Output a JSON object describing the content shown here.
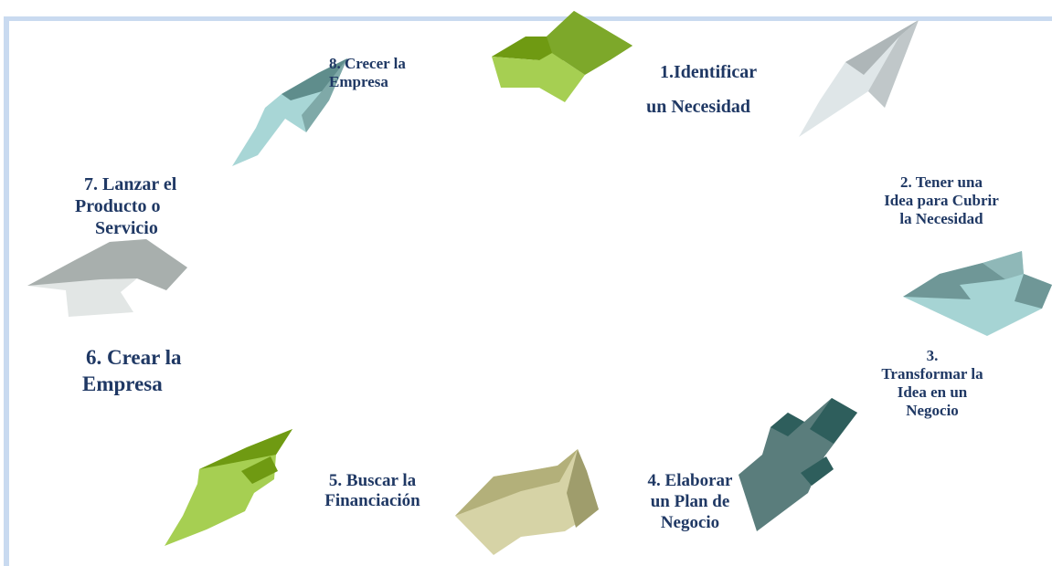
{
  "steps": {
    "s1": {
      "line1": "1.Identificar",
      "line2": "un Necesidad"
    },
    "s2": {
      "line1": "2. Tener una",
      "line2": "Idea para Cubrir",
      "line3": "la Necesidad"
    },
    "s3": {
      "line1": "3.",
      "line2": "Transformar la",
      "line3": "Idea en un",
      "line4": "Negocio"
    },
    "s4": {
      "line1": "4. Elaborar",
      "line2": "un Plan de",
      "line3": "Negocio"
    },
    "s5": {
      "line1": "5. Buscar la",
      "line2": "Financiación"
    },
    "s6": {
      "line1": "6. Crear la",
      "line2": "Empresa"
    },
    "s7": {
      "line1": "7. Lanzar el",
      "line2": "Producto o",
      "line3": "Servicio"
    },
    "s8": {
      "line1": "8. Crecer la",
      "line2": "Empresa"
    }
  },
  "colors": {
    "text": "#1f3864",
    "frame": "#c9daf0",
    "green": "#6f9a12",
    "light_green": "#a6cf52",
    "silver": "#c5ced2",
    "teal": "#9fcfd0",
    "dark_teal": "#2e5e5c",
    "khaki": "#c7c48e"
  }
}
